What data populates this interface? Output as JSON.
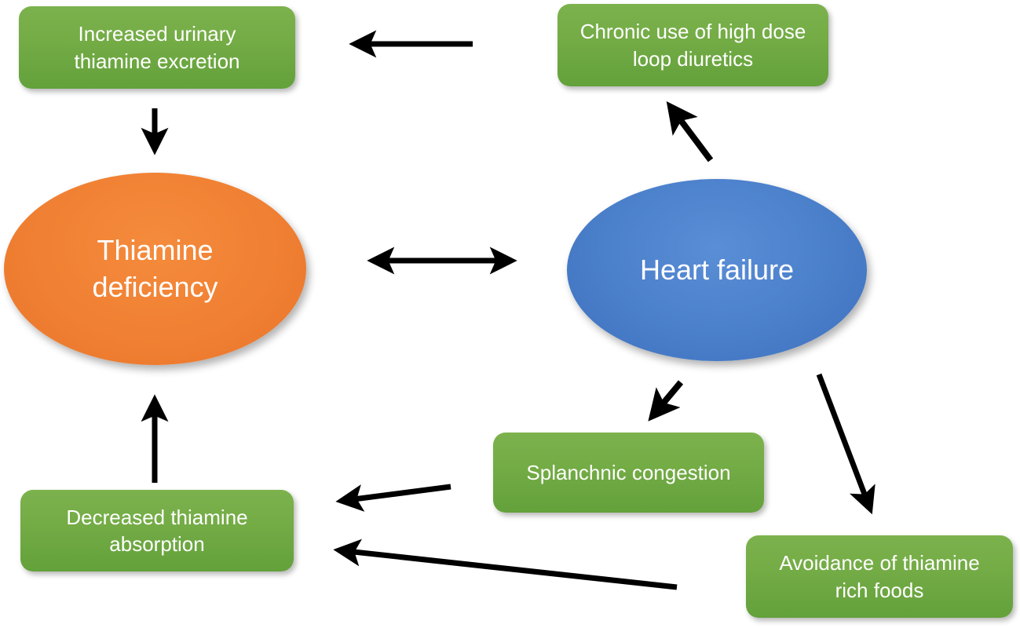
{
  "diagram": {
    "title": "Thiamine deficiency and heart failure relationship diagram",
    "background_color": "#ffffff",
    "colors": {
      "green_box": "#73ab45",
      "orange_ellipse": "#f08033",
      "blue_ellipse": "#4a7fca",
      "arrow": "#000000",
      "node_text": "#ffffff"
    },
    "nodes": {
      "increased_urinary_thiamine_excretion": "Increased urinary\nthiamine excretion",
      "chronic_use_of_high_dose_loop_diuretics": "Chronic use of high dose\nloop diuretics",
      "thiamine_deficiency": "Thiamine\ndeficiency",
      "heart_failure": "Heart failure",
      "splanchnic_congestion": "Splanchnic congestion",
      "decreased_thiamine_absorption": "Decreased thiamine\nabsorption",
      "avoidance_of_thiamine_rich_foods": "Avoidance of thiamine\nrich foods"
    },
    "edges": [
      {
        "name": "diuretics-to-urinary-excretion",
        "from": "chronic_use_of_high_dose_loop_diuretics",
        "to": "increased_urinary_thiamine_excretion",
        "style": "single-head-left"
      },
      {
        "name": "urinary-excretion-to-thiamine-deficiency",
        "from": "increased_urinary_thiamine_excretion",
        "to": "thiamine_deficiency",
        "style": "single-head-down"
      },
      {
        "name": "heart-failure-to-diuretics",
        "from": "heart_failure",
        "to": "chronic_use_of_high_dose_loop_diuretics",
        "style": "single-head-up-left"
      },
      {
        "name": "thiamine-deficiency-heart-failure",
        "from": "thiamine_deficiency",
        "to": "heart_failure",
        "style": "double-head-horizontal"
      },
      {
        "name": "heart-failure-to-splanchnic-congestion",
        "from": "heart_failure",
        "to": "splanchnic_congestion",
        "style": "single-head-down-left"
      },
      {
        "name": "heart-failure-to-avoidance-foods",
        "from": "heart_failure",
        "to": "avoidance_of_thiamine_rich_foods",
        "style": "single-head-down-right"
      },
      {
        "name": "splanchnic-congestion-to-decreased-absorption",
        "from": "splanchnic_congestion",
        "to": "decreased_thiamine_absorption",
        "style": "single-head-left"
      },
      {
        "name": "avoidance-foods-to-decreased-absorption",
        "from": "avoidance_of_thiamine_rich_foods",
        "to": "decreased_thiamine_absorption",
        "style": "single-head-left"
      },
      {
        "name": "decreased-absorption-to-thiamine-deficiency",
        "from": "decreased_thiamine_absorption",
        "to": "thiamine_deficiency",
        "style": "single-head-up"
      }
    ]
  }
}
